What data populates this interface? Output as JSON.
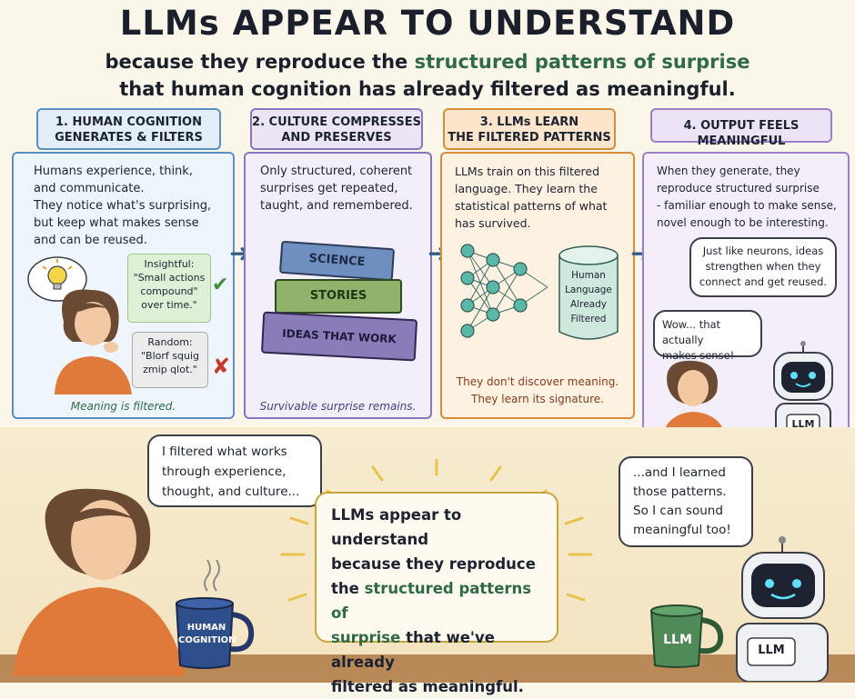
{
  "title": "LLMs APPEAR TO UNDERSTAND",
  "subtitle_line1_a": "because they reproduce the",
  "subtitle_line1_b": "structured patterns of surprise",
  "subtitle_line2": "that human cognition has already filtered as meaningful.",
  "steps": [
    {
      "header_line1": "1. HUMAN COGNITION",
      "header_line2": "GENERATES & FILTERS",
      "text_lines": [
        "Humans experience, think,",
        "and communicate.",
        "They notice what's surprising,",
        "but keep what makes sense",
        "and can be reused."
      ],
      "insightful_label": "Insightful:",
      "insightful_quote": [
        "\"Small actions",
        "compound\"",
        "over time.\""
      ],
      "random_label": "Random:",
      "random_quote": [
        "\"Blorf squig",
        "zmip qlot.\""
      ],
      "footer": "Meaning is filtered."
    },
    {
      "header_line1": "2. CULTURE COMPRESSES",
      "header_line2": "AND PRESERVES",
      "text_lines": [
        "Only structured, coherent",
        "surprises get repeated,",
        "taught, and remembered."
      ],
      "books": [
        "SCIENCE",
        "STORIES",
        "IDEAS THAT WORK"
      ],
      "footer": "Survivable surprise remains."
    },
    {
      "header_line1": "3. LLMs LEARN",
      "header_line2": "THE FILTERED PATTERNS",
      "text_lines": [
        "LLMs train on this filtered",
        "language. They learn the",
        "statistical patterns of what",
        "has survived."
      ],
      "cylinder_lines": [
        "Human",
        "Language",
        "Already",
        "Filtered"
      ],
      "footer_lines": [
        "They don't discover meaning.",
        "They learn its signature."
      ]
    },
    {
      "header_line1": "4. OUTPUT FEELS MEANINGFUL",
      "text_lines": [
        "When they generate, they",
        "reproduce structured surprise",
        "- familiar enough to make sense,",
        "novel enough to be interesting."
      ],
      "robot_bubble": [
        "Just like neurons, ideas",
        "strengthen when they",
        "connect and get reused."
      ],
      "human_bubble": [
        "Wow... that actually",
        "makes sense!"
      ],
      "robot_badge": "LLM"
    }
  ],
  "bottom": {
    "human_bubble": [
      "I filtered what works",
      "through experience,",
      "thought, and culture..."
    ],
    "center_lines": [
      "LLMs appear to understand",
      "because they reproduce"
    ],
    "center_line3_a": "the ",
    "center_line3_b": "structured patterns of",
    "center_line4_a": "surprise",
    "center_line4_b": " that we've already",
    "center_line5": "filtered as meaningful.",
    "robot_bubble": [
      "...and I learned",
      "those patterns.",
      "So I can sound",
      "meaningful too!"
    ],
    "mug_human": [
      "HUMAN",
      "COGNITION"
    ],
    "mug_llm": "LLM",
    "robot_badge": "LLM"
  },
  "colors": {
    "blue": "#5a8fc6",
    "purple": "#8a75c2",
    "orange": "#d98c3a",
    "violet": "#9b7fc7",
    "green": "#2e6b45",
    "arrow": "#2f5f8a"
  }
}
